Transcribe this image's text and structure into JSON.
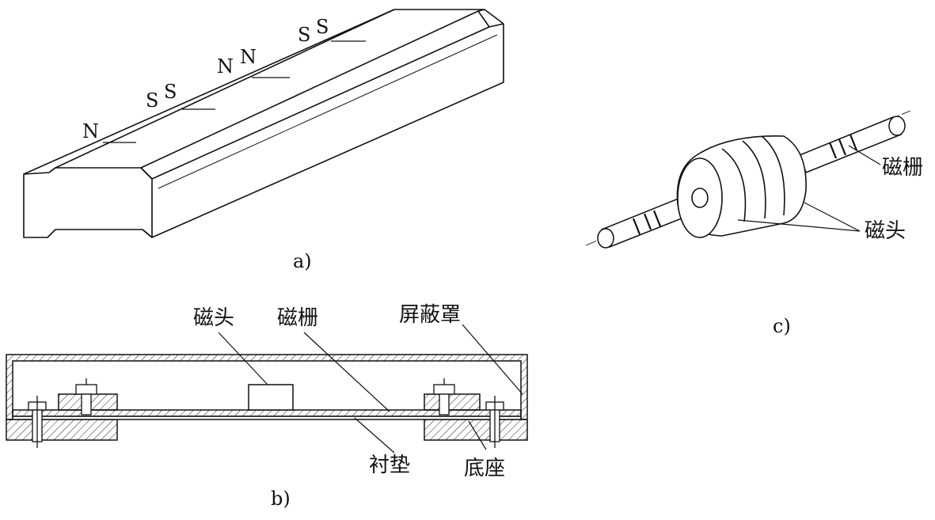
{
  "figure": {
    "panel_a": {
      "caption": "a)",
      "pole_labels": [
        "N",
        "S",
        "S",
        "N",
        "N",
        "S",
        "S"
      ]
    },
    "panel_b": {
      "caption": "b)",
      "labels": {
        "head": "磁头",
        "scale": "磁栅",
        "shield": "屏蔽罩",
        "pad": "衬垫",
        "base": "底座"
      }
    },
    "panel_c": {
      "caption": "c)",
      "labels": {
        "scale": "磁栅",
        "head": "磁头"
      }
    }
  }
}
